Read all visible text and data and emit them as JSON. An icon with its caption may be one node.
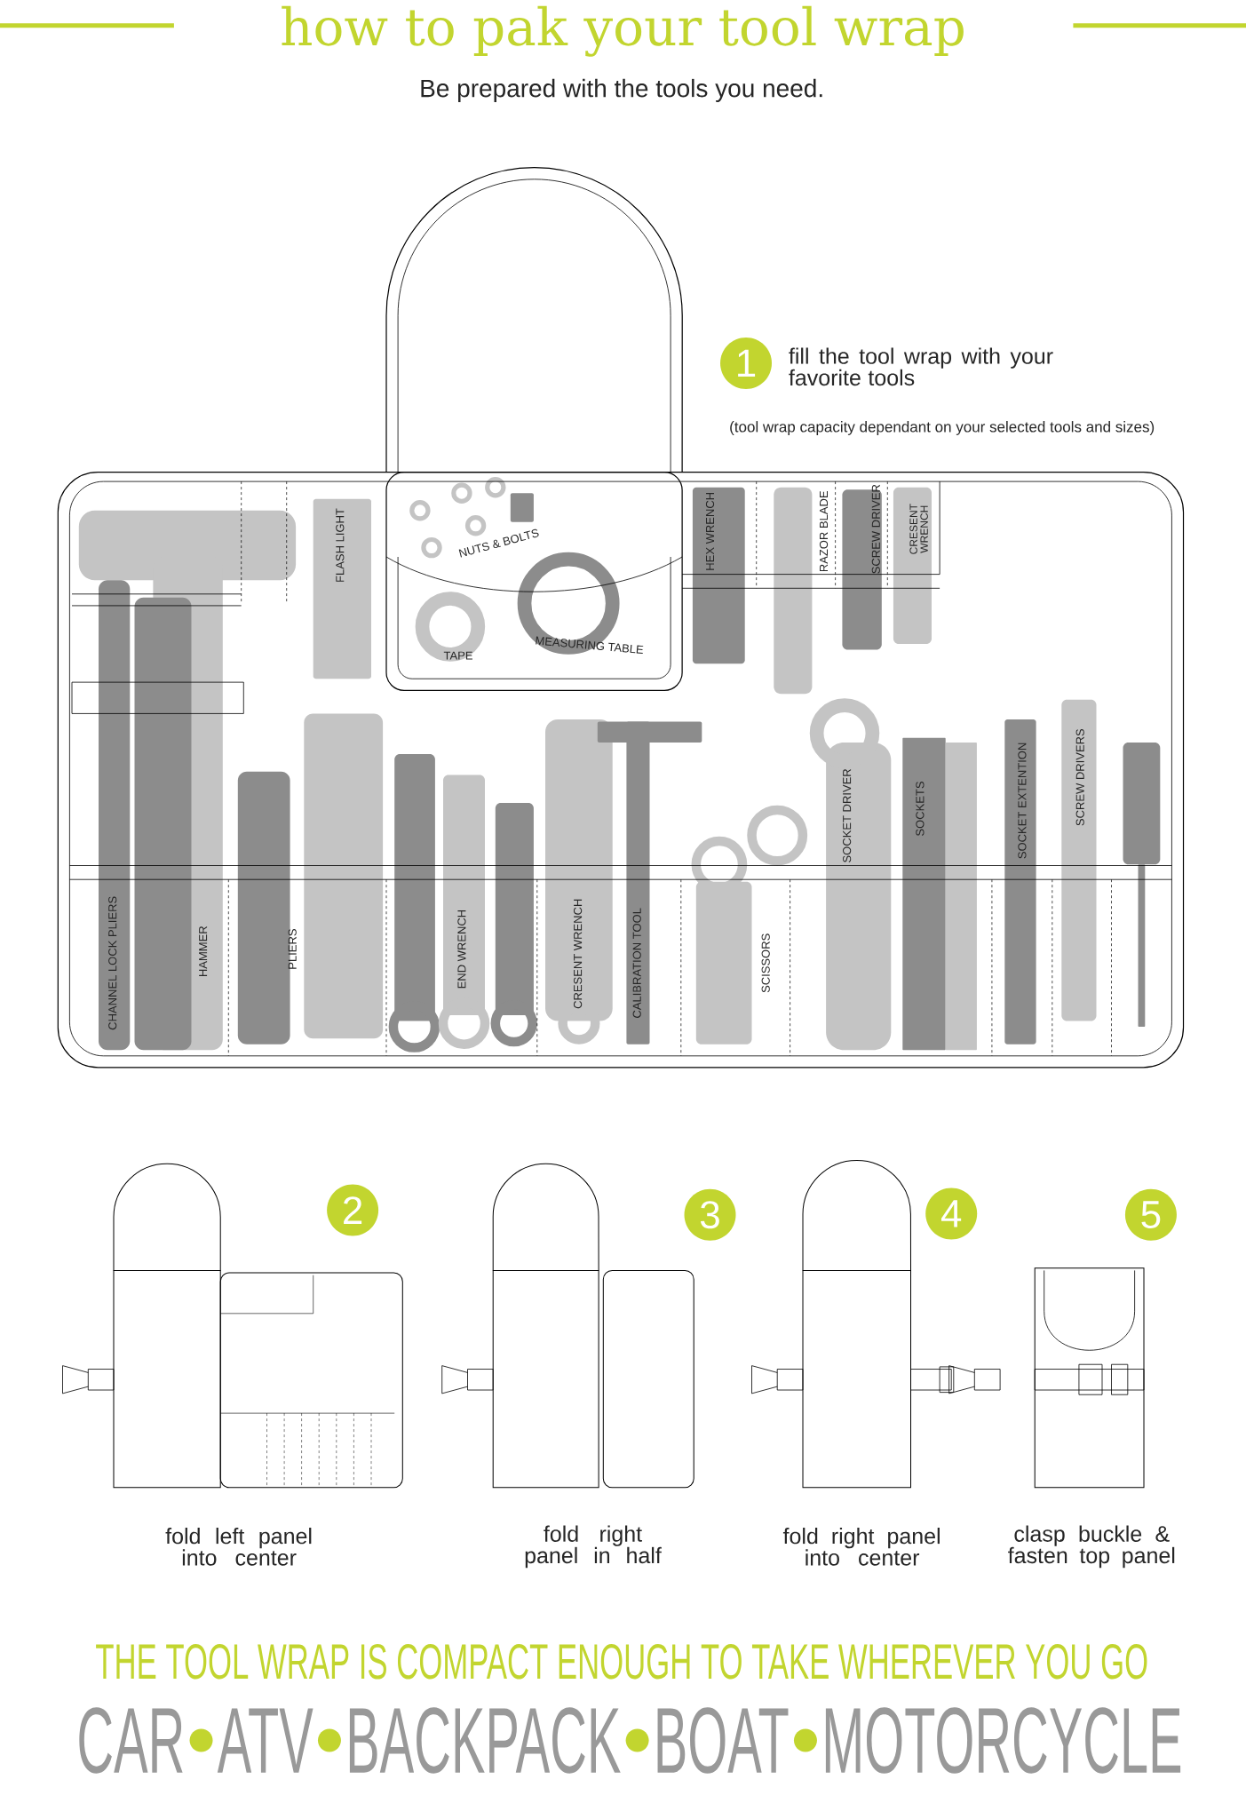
{
  "diagram": {
    "title": "how to pak your tool wrap",
    "caption": "Be prepared with the tools you need.",
    "nodes": [
      {
        "text": [
          "1"
        ],
        "beside": [
          "fill the tool wrap with your favorite tools"
        ]
      },
      {
        "text": [
          "2"
        ]
      },
      {
        "text": [
          "3"
        ]
      },
      {
        "text": [
          "4"
        ]
      },
      {
        "text": [
          "5"
        ]
      }
    ],
    "labels": [
      "(tool wrap capacity dependant on your selected tools and sizes)",
      "FLASH LIGHT",
      "NUTS & BOLTS",
      "HEX WRENCH",
      "RAZOR BLADE",
      "SCREW DRIVER",
      "CRESENT WRENCH",
      "TAPE",
      "MEASURING TABLE",
      "SOCKET DRIVER",
      "SOCKETS",
      "SOCKET EXTENTION",
      "SCREW DRIVERS",
      "CHANNEL LOCK PLIERS",
      "HAMMER",
      "PLIERS",
      "END WRENCH",
      "CRESENT WRENCH",
      "CALIBRATION TOOL",
      "SCISSORS",
      "fold left panel into center",
      "fold right panel in half",
      "fold right panel into center",
      "clasp buckle & fasten top panel",
      "THE TOOL WRAP IS COMPACT ENOUGH TO TAKE WHEREVER YOU GO",
      "CAR",
      "ATV",
      "BACKPACK",
      "BOAT",
      "MOTORCYCLE"
    ]
  }
}
